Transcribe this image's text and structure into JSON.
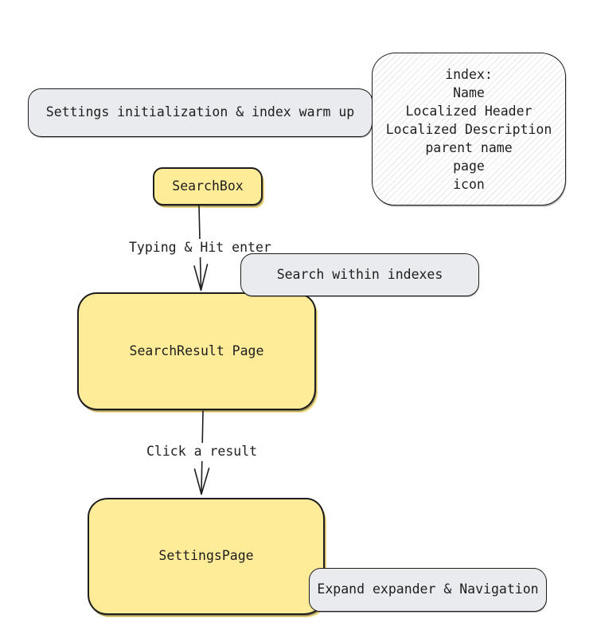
{
  "diagram": {
    "background": "#ffffff",
    "colors": {
      "node_yellow": "#ffec99",
      "node_gray": "#e9ebef",
      "stroke": "#1e1e1e",
      "note_hatch_line": "rgba(90,90,90,0.14)"
    },
    "nodes": {
      "settings_init": {
        "label": "Settings initialization & index warm up"
      },
      "index_note": {
        "lines": [
          "index:",
          "Name",
          "Localized Header",
          "Localized Description",
          "parent name",
          "page",
          "icon"
        ]
      },
      "search_box": {
        "label": "SearchBox"
      },
      "search_within": {
        "label": "Search within indexes"
      },
      "search_result": {
        "label": "SearchResult Page"
      },
      "settings_page": {
        "label": "SettingsPage"
      },
      "expand_nav": {
        "label": "Expand expander & Navigation"
      }
    },
    "edges": {
      "typing_hit_enter": {
        "label": "Typing & Hit enter"
      },
      "click_a_result": {
        "label": "Click a result"
      }
    }
  }
}
